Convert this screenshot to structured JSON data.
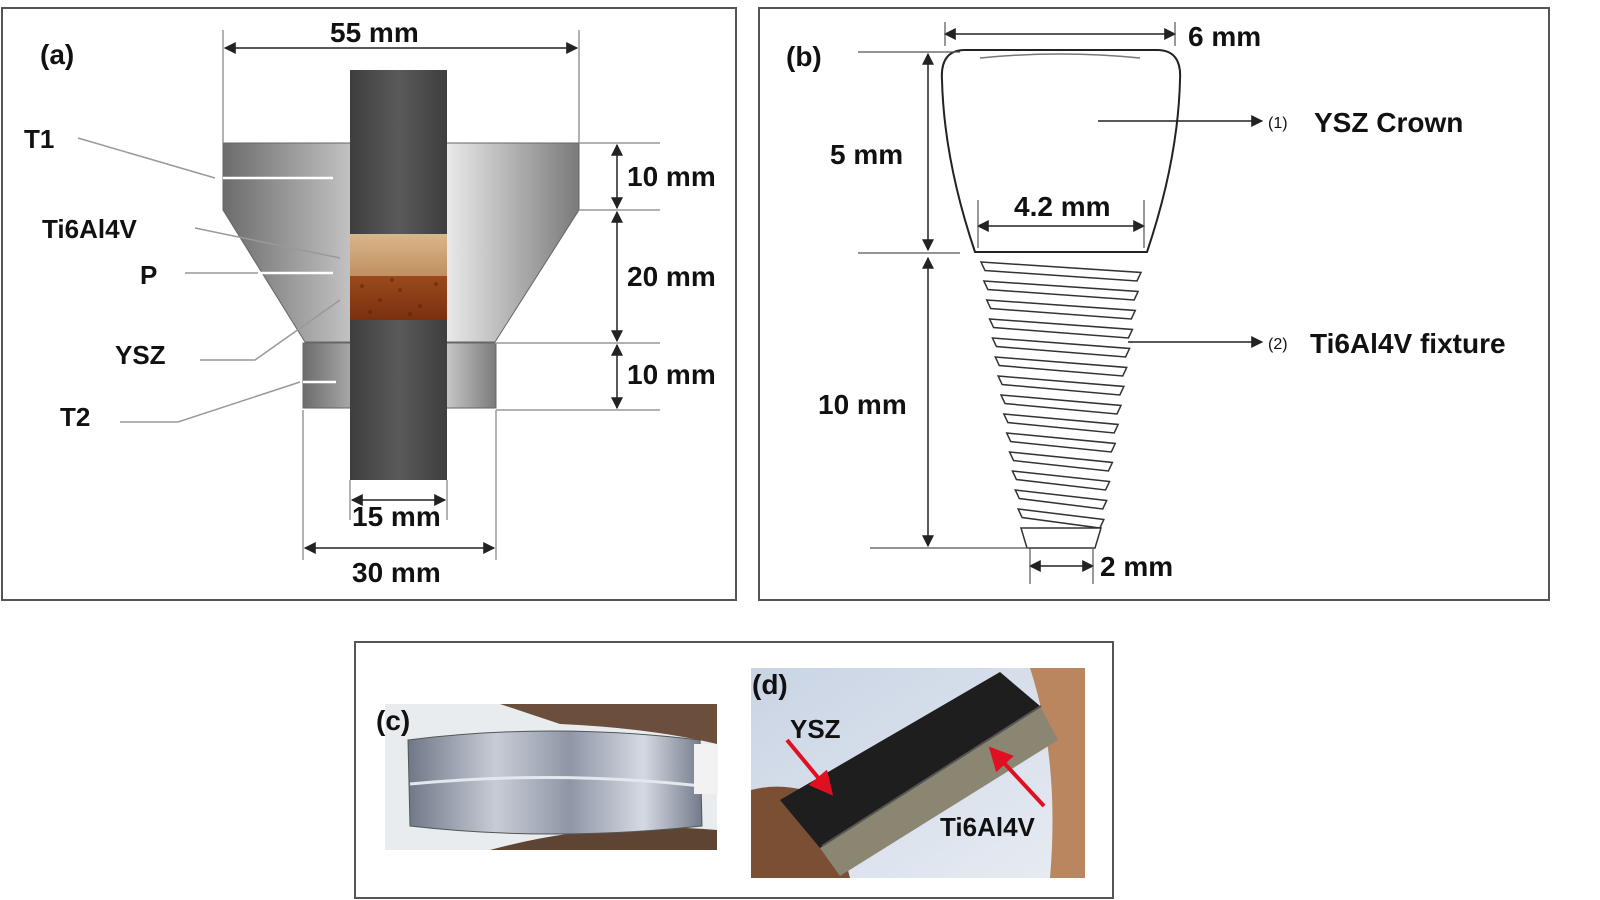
{
  "panel_a": {
    "tag": "(a)",
    "dim_top": "55 mm",
    "dim_h1": "10 mm",
    "dim_h2": "20 mm",
    "dim_h3": "10 mm",
    "dim_bottom1": "15 mm",
    "dim_bottom2": "30 mm",
    "label_t1": "T1",
    "label_ti": "Ti6Al4V",
    "label_p": "P",
    "label_ysz": "YSZ",
    "label_t2": "T2"
  },
  "panel_b": {
    "tag": "(b)",
    "dim_top": "6 mm",
    "dim_crown_h": "5 mm",
    "dim_neck": "4.2 mm",
    "dim_fixture_h": "10 mm",
    "dim_tip": "2 mm",
    "item1_num": "(1)",
    "item1_label": "YSZ Crown",
    "item2_num": "(2)",
    "item2_label": "Ti6Al4V fixture"
  },
  "panel_c": {
    "tag": "(c)"
  },
  "panel_d": {
    "tag": "(d)",
    "label_ysz": "YSZ",
    "label_ti": "Ti6Al4V"
  },
  "colors": {
    "die_steel": "#8c8c8c",
    "rod_dark": "#4a4a4a",
    "ti_layer": "#caa173",
    "ysz_layer": "#8a3c14",
    "arrow_red": "#e01020"
  }
}
